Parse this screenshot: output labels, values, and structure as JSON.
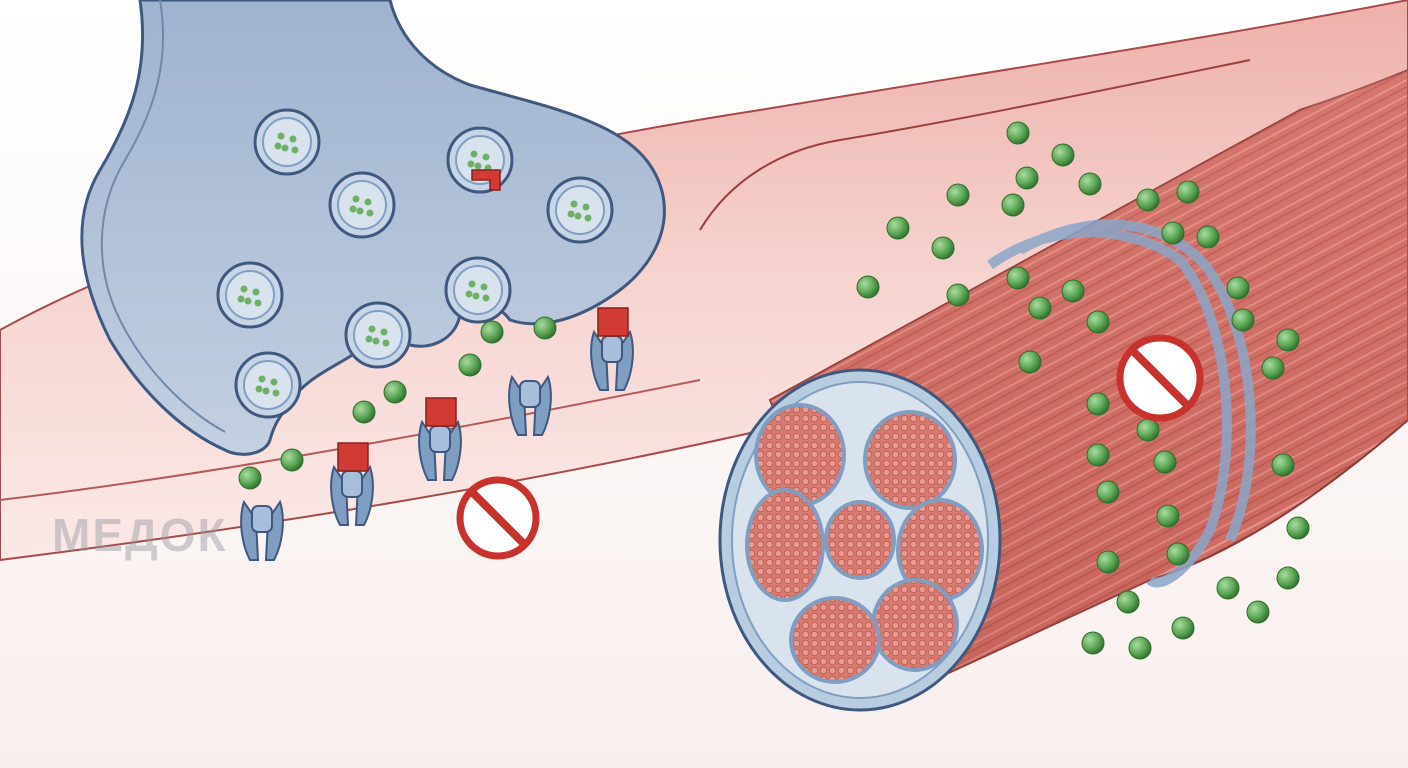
{
  "watermark": {
    "text": "МЕДОК"
  },
  "icons": {
    "blocked": "no-entry-icon",
    "neurotransmitter": "green-sphere",
    "blocker": "red-block",
    "receptor": "ion-channel-receptor"
  },
  "colors": {
    "background": "#fbf4f2",
    "nerve_fill": "#b3c3d9",
    "nerve_outline": "#3f587f",
    "muscle_membrane": "#f1c2bd",
    "muscle_fiber": "#cf6f66",
    "fascicle": "#e08a7f",
    "acetylcholine": "#4f9a4a",
    "blocker": "#d23a34",
    "receptor": "#7f9ec2",
    "no_sign": "#c8322c"
  }
}
